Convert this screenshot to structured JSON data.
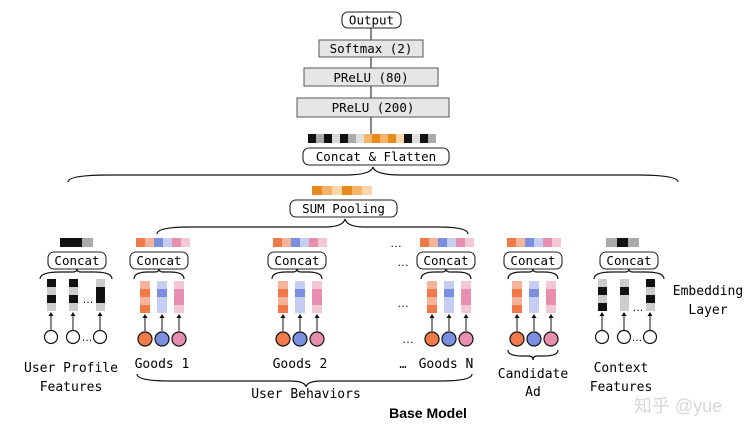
{
  "layers": {
    "output": "Output",
    "softmax": "Softmax (2)",
    "prelu_80": "PReLU (80)",
    "prelu_200": "PReLU (200)",
    "concat_flatten": "Concat & Flatten",
    "sum_pooling": "SUM Pooling"
  },
  "concat_label": "Concat",
  "groups": {
    "user_profile": "User Profile Features",
    "goods_1": "Goods 1",
    "goods_2": "Goods 2",
    "goods_n": "Goods N",
    "candidate": "Candidate Ad",
    "context": "Context Features",
    "user_behaviors": "User Behaviors"
  },
  "side_label": "Embedding Layer",
  "caption": "Base Model",
  "ellipsis": "…",
  "watermark": "知乎 @yue",
  "colors": {
    "orange": "#f07a4a",
    "blue": "#7b8fe0",
    "pink": "#e88fb0",
    "dark_orange": "#e98a1c",
    "light_orange": "#f5b36a",
    "black": "#111111",
    "gray": "#aaaaaa",
    "box_fill": "#e6e6e6"
  }
}
